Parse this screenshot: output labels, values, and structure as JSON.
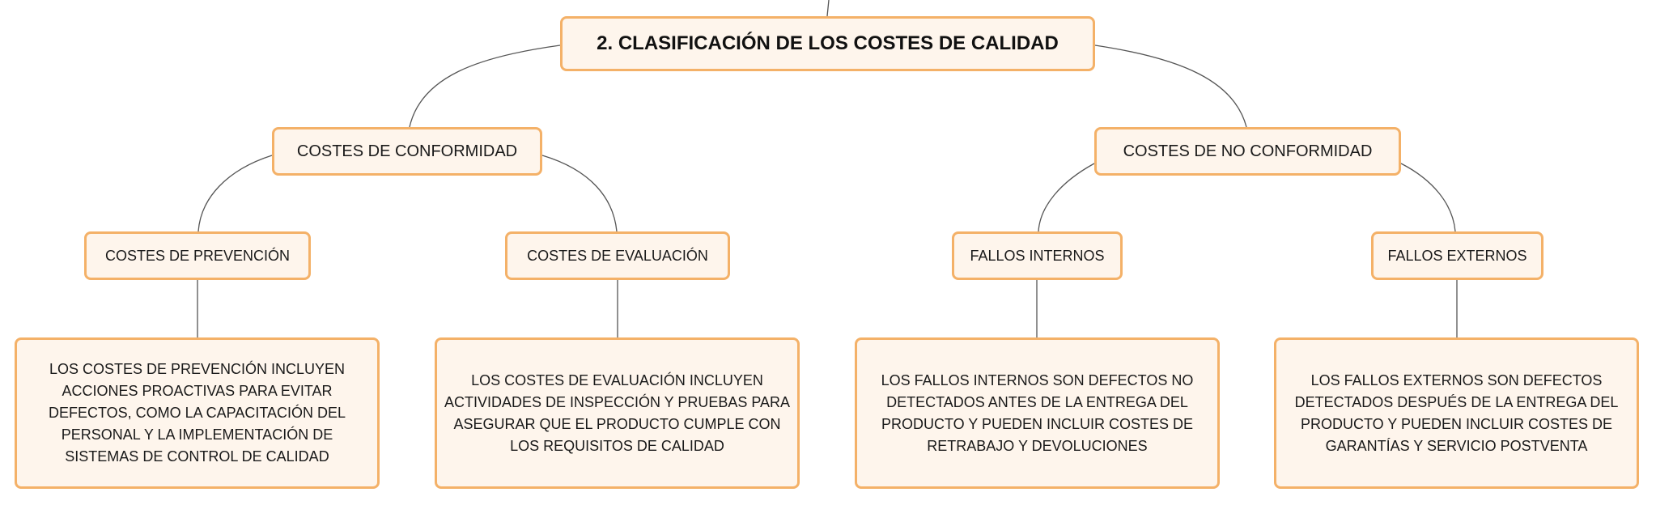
{
  "diagram": {
    "root": "2. CLASIFICACIÓN DE LOS COSTES DE CALIDAD",
    "conformidad": {
      "title": "COSTES DE CONFORMIDAD",
      "prevencion": {
        "title": "COSTES DE PREVENCIÓN",
        "description": "LOS COSTES DE PREVENCIÓN INCLUYEN ACCIONES PROACTIVAS PARA EVITAR DEFECTOS, COMO LA CAPACITACIÓN DEL PERSONAL Y LA IMPLEMENTACIÓN DE SISTEMAS DE CONTROL DE CALIDAD"
      },
      "evaluacion": {
        "title": "COSTES DE EVALUACIÓN",
        "description": "LOS COSTES DE EVALUACIÓN INCLUYEN ACTIVIDADES DE INSPECCIÓN Y PRUEBAS PARA ASEGURAR QUE EL PRODUCTO CUMPLE CON LOS REQUISITOS DE CALIDAD"
      }
    },
    "no_conformidad": {
      "title": "COSTES DE NO CONFORMIDAD",
      "internos": {
        "title": "FALLOS INTERNOS",
        "description": "LOS FALLOS INTERNOS SON DEFECTOS NO DETECTADOS ANTES DE LA ENTREGA DEL PRODUCTO Y PUEDEN INCLUIR COSTES DE RETRABAJO Y DEVOLUCIONES"
      },
      "externos": {
        "title": "FALLOS EXTERNOS",
        "description": "LOS FALLOS EXTERNOS SON DEFECTOS DETECTADOS DESPUÉS DE LA ENTREGA DEL PRODUCTO Y PUEDEN INCLUIR COSTES DE GARANTÍAS Y SERVICIO POSTVENTA"
      }
    }
  },
  "colors": {
    "node_fill": "#fef5ec",
    "node_border": "#f4b168",
    "connector": "#555555"
  }
}
